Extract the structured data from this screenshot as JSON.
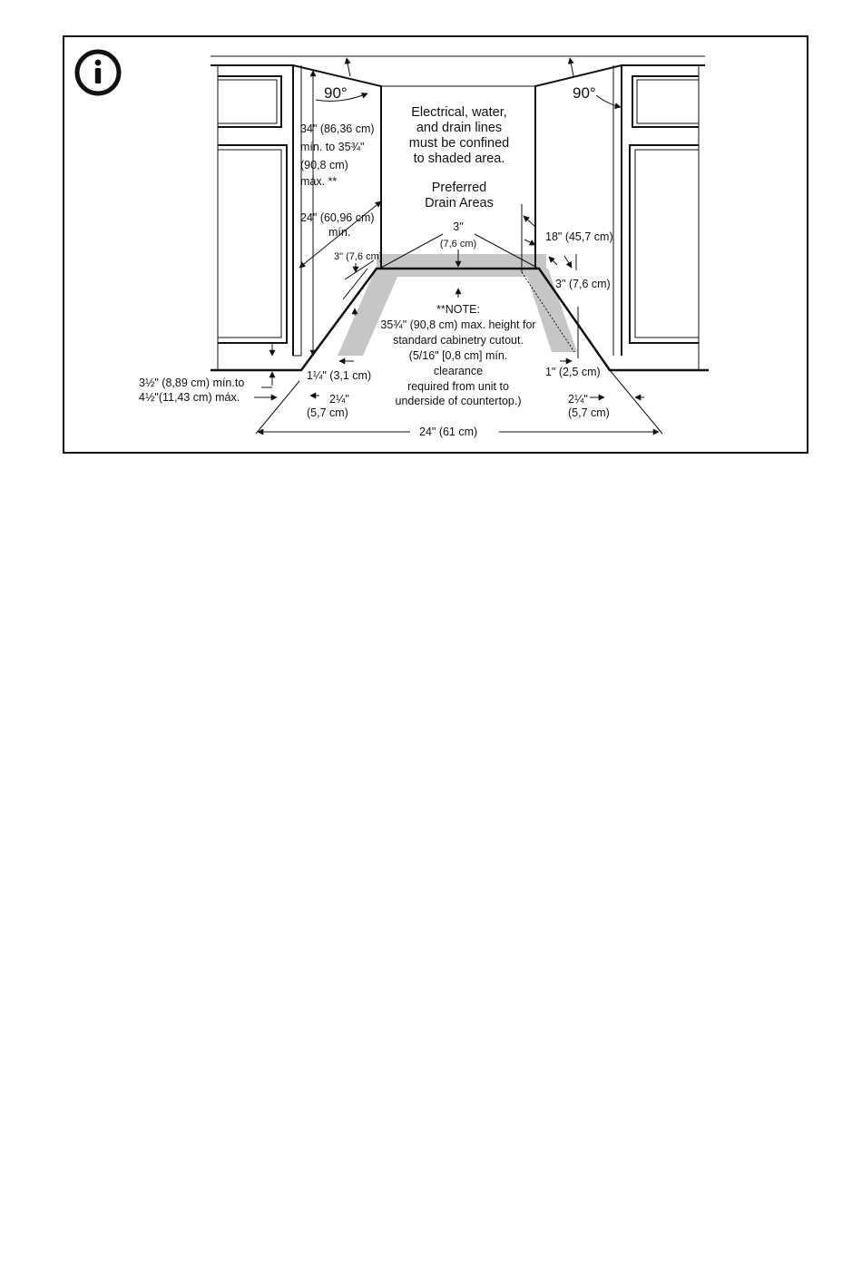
{
  "info_icon": "info-icon",
  "angles": {
    "left": "90°",
    "right": "90°"
  },
  "shaded_note": [
    "Electrical, water,",
    "and drain  lines",
    "must  be confined",
    "to shaded  area."
  ],
  "preferred_drain": [
    "Preferred",
    "Drain Areas"
  ],
  "drain_width": [
    "3\"",
    "(7,6 cm)"
  ],
  "height_range": [
    "34\" (86,36 cm)",
    "mín. to 35¾\"",
    "(90,8 cm)",
    "máx. **"
  ],
  "min_width": [
    "24\" (60,96 cm)",
    "mín."
  ],
  "left_depth": "3\" (7,6 cm)",
  "right_18": "18\" (45,7 cm)",
  "right_3": "3\" (7,6 cm)",
  "note": [
    "**NOTE:",
    "35¾\" (90,8 cm) max. height for",
    "standard cabinetry cutout.",
    "(5/16\" [0,8 cm] mín.",
    "clearance",
    "required from unit to",
    "underside of countertop.)"
  ],
  "toe_kick": [
    "3½\" (8,89 cm) mín.to",
    "4½\"(11,43 cm) máx."
  ],
  "left_114": "1¼\" (3,1 cm)",
  "left_214": [
    "2¼\"",
    "(5,7 cm)"
  ],
  "right_1": "1\" (2,5 cm)",
  "right_214": [
    "2¼\"",
    "(5,7 cm)"
  ],
  "overall_width": "24\" (61 cm)"
}
